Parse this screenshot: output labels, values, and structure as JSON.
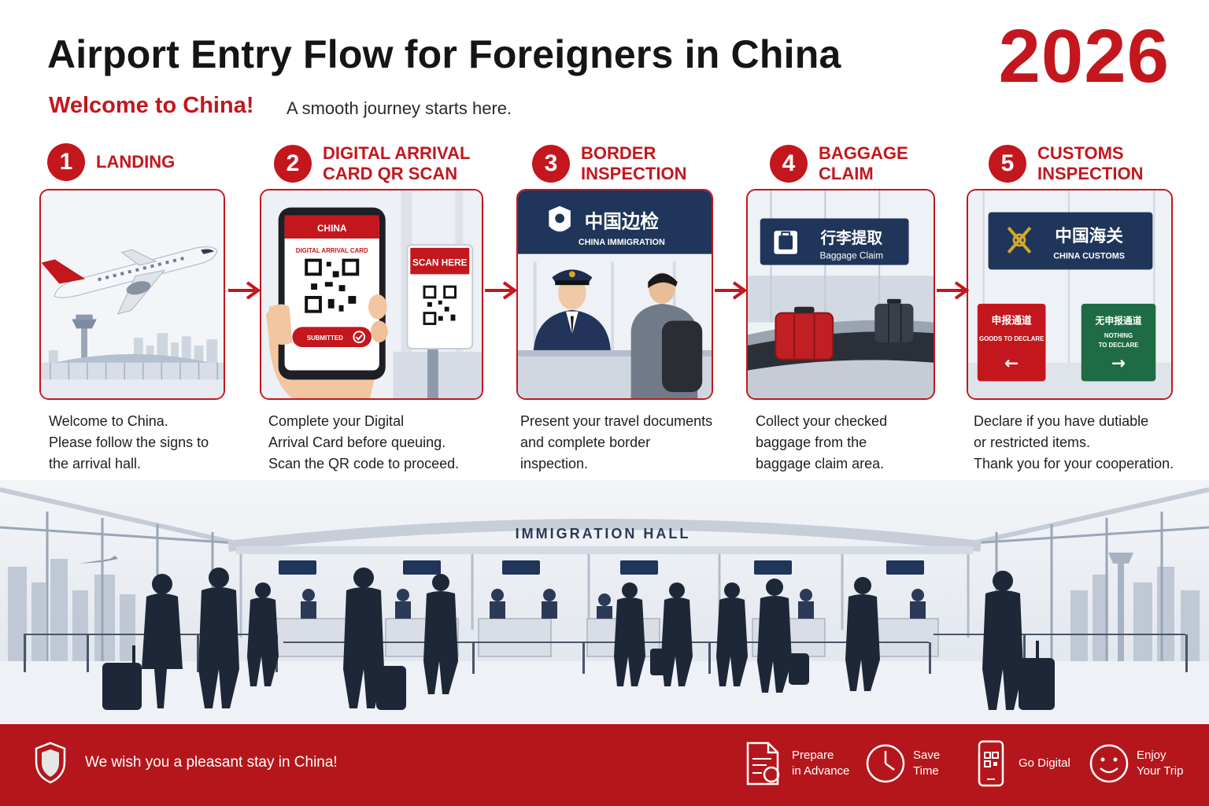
{
  "header": {
    "title": "Airport Entry Flow for Foreigners in China",
    "year": "2026",
    "welcome": "Welcome to China!",
    "tagline": "A smooth journey starts here."
  },
  "steps": [
    {
      "number": "1",
      "title": "LANDING",
      "description": "Welcome to China.\nPlease follow the signs to\nthe arrival hall."
    },
    {
      "number": "2",
      "title": "DIGITAL ARRIVAL\nCARD QR SCAN",
      "description": "Complete your Digital\nArrival Card before queuing.\nScan the QR code to proceed.",
      "phone": {
        "header": "CHINA",
        "card": "DIGITAL ARRIVAL CARD",
        "status": "SUBMITTED"
      },
      "kiosk": {
        "label": "SCAN HERE"
      }
    },
    {
      "number": "3",
      "title": "BORDER\nINSPECTION",
      "description": "Present your travel documents\nand complete border\ninspection.",
      "sign": {
        "zh": "中国边检",
        "en": "CHINA IMMIGRATION"
      }
    },
    {
      "number": "4",
      "title": "BAGGAGE\nCLAIM",
      "description": "Collect your checked\nbaggage from the\nbaggage claim area.",
      "sign": {
        "zh": "行李提取",
        "en": "Baggage Claim"
      }
    },
    {
      "number": "5",
      "title": "CUSTOMS\nINSPECTION",
      "description": "Declare if you have dutiable\nor restricted items.\nThank you for your cooperation.",
      "sign": {
        "zh": "中国海关",
        "en": "CHINA CUSTOMS"
      },
      "red_channel": {
        "zh": "申报通道",
        "en": "GOODS TO DECLARE",
        "arrow": "←"
      },
      "green_channel": {
        "zh": "无申报通道",
        "en_line1": "NOTHING",
        "en_line2": "TO DECLARE",
        "arrow": "→"
      }
    }
  ],
  "hall": {
    "label": "IMMIGRATION  HALL"
  },
  "footer": {
    "message": "We wish you a pleasant stay in China!",
    "features": [
      {
        "icon": "document-icon",
        "label": "Prepare\nin Advance"
      },
      {
        "icon": "clock-icon",
        "label": "Save\nTime"
      },
      {
        "icon": "phone-qr-icon",
        "label": "Go Digital"
      },
      {
        "icon": "smiley-icon",
        "label": "Enjoy\nYour Trip"
      }
    ]
  },
  "colors": {
    "accent": "#c3171d",
    "navy": "#1f3559",
    "green": "#1e6b45",
    "footer": "#b5161b"
  }
}
